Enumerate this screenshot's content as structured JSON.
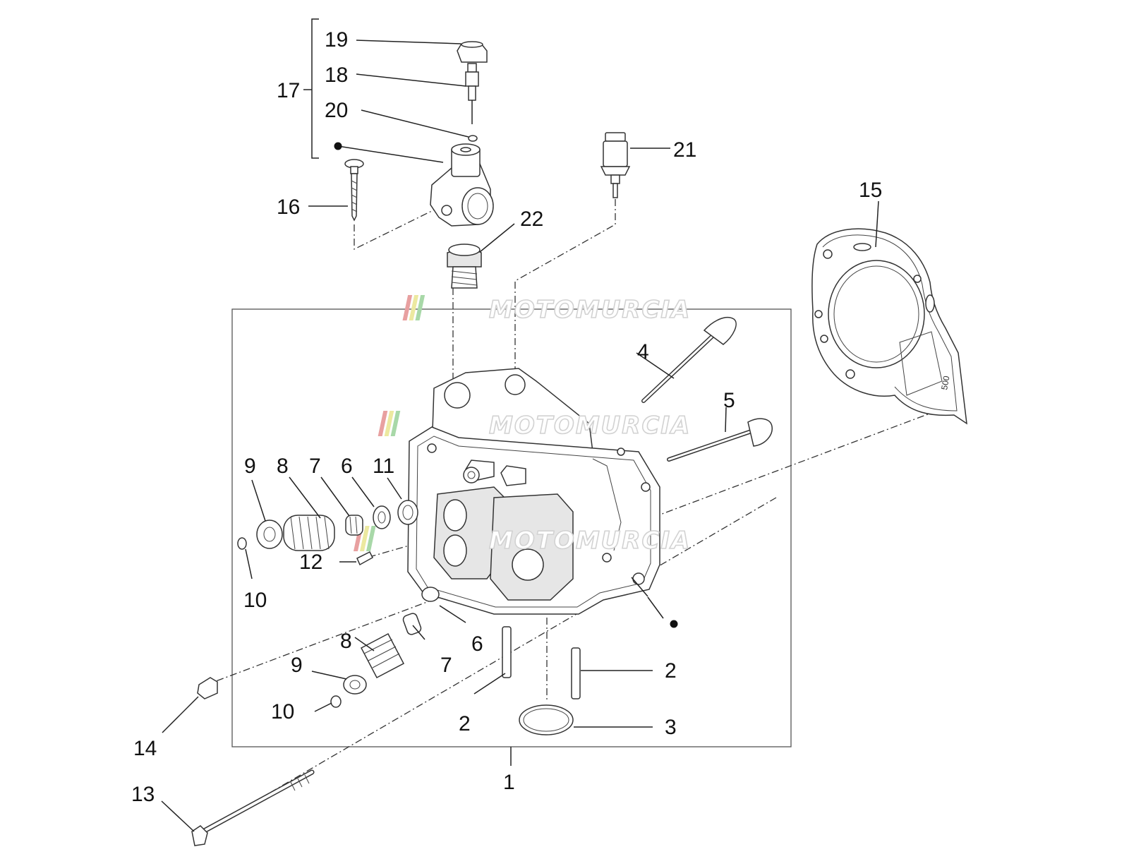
{
  "watermark": {
    "text": "MOTOMURCIA",
    "stripe_colors": [
      "#e8a0a0",
      "#ece9a0",
      "#a8d8a8"
    ]
  },
  "callouts": [
    {
      "id": "c1",
      "label": "1"
    },
    {
      "id": "c2a",
      "label": "2"
    },
    {
      "id": "c2b",
      "label": "2"
    },
    {
      "id": "c3",
      "label": "3"
    },
    {
      "id": "c4",
      "label": "4"
    },
    {
      "id": "c5",
      "label": "5"
    },
    {
      "id": "c6a",
      "label": "6"
    },
    {
      "id": "c6b",
      "label": "6"
    },
    {
      "id": "c7a",
      "label": "7"
    },
    {
      "id": "c7b",
      "label": "7"
    },
    {
      "id": "c8a",
      "label": "8"
    },
    {
      "id": "c8b",
      "label": "8"
    },
    {
      "id": "c9a",
      "label": "9"
    },
    {
      "id": "c9b",
      "label": "9"
    },
    {
      "id": "c10a",
      "label": "10"
    },
    {
      "id": "c10b",
      "label": "10"
    },
    {
      "id": "c11",
      "label": "11"
    },
    {
      "id": "c12",
      "label": "12"
    },
    {
      "id": "c13",
      "label": "13"
    },
    {
      "id": "c14",
      "label": "14"
    },
    {
      "id": "c15",
      "label": "15"
    },
    {
      "id": "c16",
      "label": "16"
    },
    {
      "id": "c17",
      "label": "17"
    },
    {
      "id": "c18",
      "label": "18"
    },
    {
      "id": "c19",
      "label": "19"
    },
    {
      "id": "c20",
      "label": "20"
    },
    {
      "id": "c21",
      "label": "21"
    },
    {
      "id": "c22",
      "label": "22"
    }
  ],
  "gasket_marking": "500"
}
